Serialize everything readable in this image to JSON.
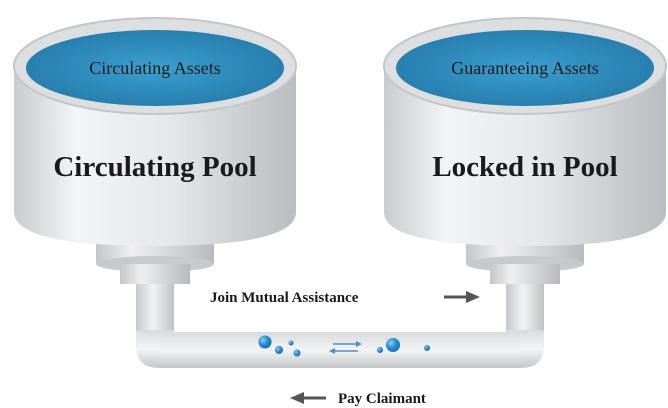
{
  "left_pool": {
    "surface_label": "Circulating Assets",
    "title": "Circulating Pool"
  },
  "right_pool": {
    "surface_label": "Guaranteeing Assets",
    "title": "Locked in Pool"
  },
  "flows": {
    "top_label": "Join Mutual Assistance",
    "bottom_label": "Pay Claimant"
  },
  "colors": {
    "liquid": "#2f8fc0",
    "bubble": "#2a8fd0",
    "arrow": "#555555",
    "text": "#1a1a1a"
  }
}
